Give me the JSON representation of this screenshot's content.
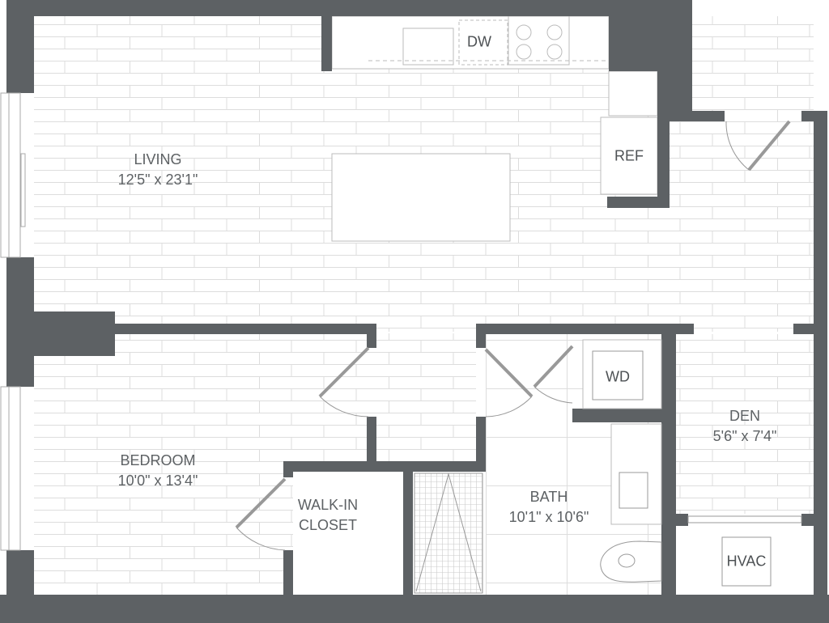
{
  "colors": {
    "wall": "#5d6164",
    "line": "#c8c8c8",
    "floor": "#ffffff"
  },
  "rooms": {
    "living": {
      "name": "LIVING",
      "size": "12'5\" x 23'1\""
    },
    "bedroom": {
      "name": "BEDROOM",
      "size": "10'0\" x 13'4\""
    },
    "closet": {
      "name_line1": "WALK-IN",
      "name_line2": "CLOSET"
    },
    "bath": {
      "name": "BATH",
      "size": "10'1\" x 10'6\""
    },
    "den": {
      "name": "DEN",
      "size": "5'6\" x 7'4\""
    }
  },
  "fixtures": {
    "dishwasher": "DW",
    "refrigerator": "REF",
    "washer_dryer": "WD",
    "hvac": "HVAC"
  }
}
